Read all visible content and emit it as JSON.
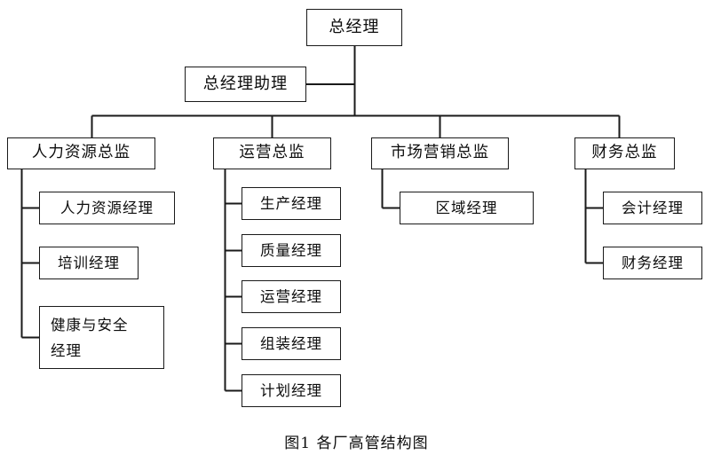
{
  "diagram": {
    "title": "图1  各厂高管结构图",
    "line_color": "#1a1a1a",
    "box_fill": "#ffffff",
    "nodes": {
      "general_manager": "总经理",
      "gm_assistant": "总经理助理",
      "hr_director": "人力资源总监",
      "operations_director": "运营总监",
      "marketing_director": "市场营销总监",
      "finance_director": "财务总监",
      "hr_manager": "人力资源经理",
      "training_manager": "培训经理",
      "health_safety_manager_line1": "健康与安全",
      "health_safety_manager_line2": "经理",
      "production_manager": "生产经理",
      "quality_manager": "质量经理",
      "operations_manager": "运营经理",
      "assembly_manager": "组装经理",
      "planning_manager": "计划经理",
      "regional_manager": "区域经理",
      "accounting_manager": "会计经理",
      "finance_manager": "财务经理"
    },
    "hierarchy": {
      "root": "总经理",
      "staff": [
        "总经理助理"
      ],
      "branches": [
        {
          "head": "人力资源总监",
          "children": [
            "人力资源经理",
            "培训经理",
            "健康与安全经理"
          ]
        },
        {
          "head": "运营总监",
          "children": [
            "生产经理",
            "质量经理",
            "运营经理",
            "组装经理",
            "计划经理"
          ]
        },
        {
          "head": "市场营销总监",
          "children": [
            "区域经理"
          ]
        },
        {
          "head": "财务总监",
          "children": [
            "会计经理",
            "财务经理"
          ]
        }
      ]
    }
  }
}
